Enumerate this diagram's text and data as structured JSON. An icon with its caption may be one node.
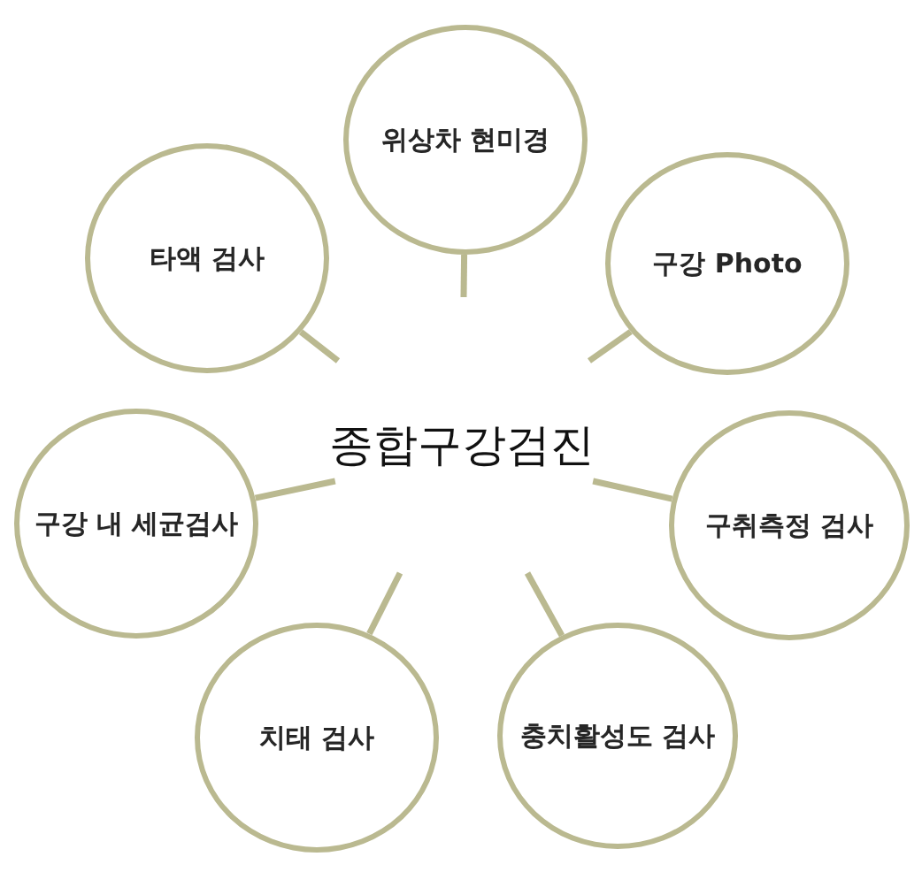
{
  "diagram": {
    "nodes": [
      {
        "text": [
          "위상차 현미경"
        ]
      },
      {
        "text": [
          "타액 검사"
        ]
      },
      {
        "text": [
          "구강 Photo"
        ]
      },
      {
        "text": [
          "종합구강검진"
        ]
      },
      {
        "text": [
          "구강 내 세균검사"
        ]
      },
      {
        "text": [
          "구취측정 검사"
        ]
      },
      {
        "text": [
          "치태 검사"
        ]
      },
      {
        "text": [
          "충치활성도 검사"
        ]
      }
    ],
    "edges": [
      {
        "from": 0,
        "to": null,
        "arrow": "none"
      },
      {
        "from": 1,
        "to": null,
        "arrow": "none"
      },
      {
        "from": 2,
        "to": null,
        "arrow": "none"
      },
      {
        "from": 4,
        "to": 3,
        "arrow": "none"
      },
      {
        "from": 5,
        "to": 3,
        "arrow": "none"
      },
      {
        "from": 6,
        "to": null,
        "arrow": "none"
      },
      {
        "from": 7,
        "to": null,
        "arrow": "none"
      }
    ]
  }
}
